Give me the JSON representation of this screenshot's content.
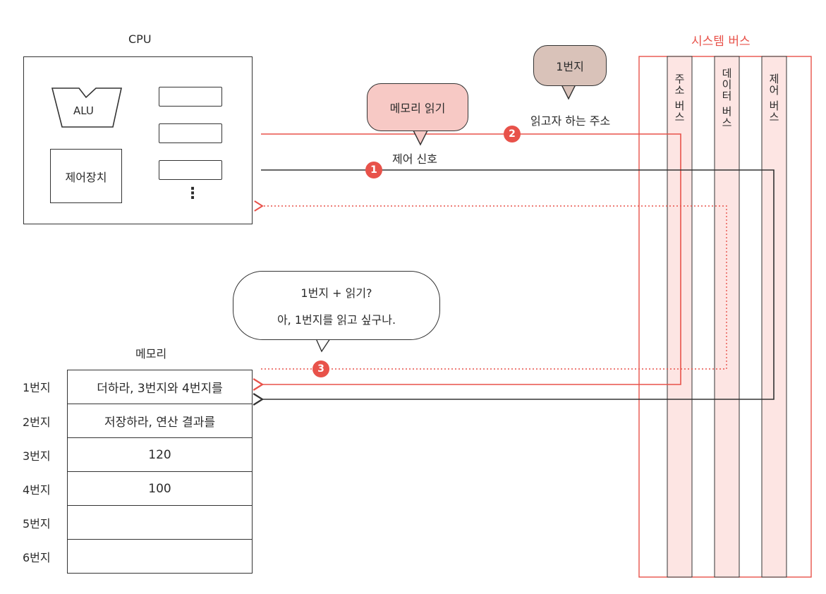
{
  "cpu": {
    "title": "CPU",
    "alu": "ALU",
    "control_unit": "제어장치",
    "ellipsis": "⋮"
  },
  "system_bus": {
    "title": "시스템 버스",
    "address_bus": "주소 버스",
    "data_bus": "데이터 버스",
    "control_bus": "제어 버스"
  },
  "signals": {
    "read_bubble": "메모리 읽기",
    "control_signal": "제어 신호",
    "address_bubble": "1번지",
    "address_label": "읽고자 하는 주소",
    "step1": "1",
    "step2": "2",
    "step3": "3"
  },
  "speech": {
    "line1": "1번지 + 읽기?",
    "line2": "아, 1번지를 읽고 싶구나."
  },
  "memory": {
    "title": "메모리",
    "rows": [
      {
        "label": "1번지",
        "value": "더하라, 3번지와 4번지를"
      },
      {
        "label": "2번지",
        "value": "저장하라, 연산 결과를"
      },
      {
        "label": "3번지",
        "value": "120"
      },
      {
        "label": "4번지",
        "value": "100"
      },
      {
        "label": "5번지",
        "value": ""
      },
      {
        "label": "6번지",
        "value": ""
      }
    ]
  },
  "colors": {
    "accent_red": "#e8524a",
    "bus_fill": "#fde5e3",
    "bubble_pink": "#f7c9c5",
    "bubble_brown": "#d9c2b9",
    "line_dark": "#333333"
  }
}
